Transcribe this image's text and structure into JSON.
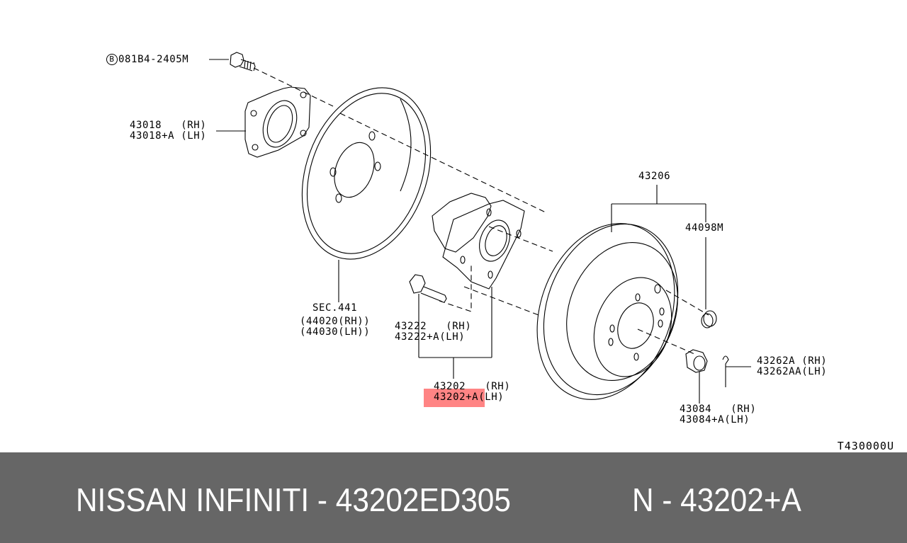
{
  "diagram": {
    "title_code": "T430000U",
    "highlight_color": "#ff5050",
    "parts": [
      {
        "id": "bolt_top",
        "prefix_icon": "B",
        "lines": [
          "081B4-2405M"
        ]
      },
      {
        "id": "backing_plate",
        "lines": [
          "43018   (RH)",
          "43018+A (LH)"
        ]
      },
      {
        "id": "brake_assembly",
        "lines": [
          "SEC.441",
          "44020(RH)",
          "44030(LH)"
        ]
      },
      {
        "id": "hub_bolt",
        "lines": [
          "43222   (RH)",
          "43222+A(LH)"
        ]
      },
      {
        "id": "hub_assembly",
        "lines": [
          "43202   (RH)",
          "43202+A(LH)"
        ],
        "highlighted": "43202+A"
      },
      {
        "id": "drum",
        "lines": [
          "43206"
        ]
      },
      {
        "id": "cap",
        "lines": [
          "44098M"
        ]
      },
      {
        "id": "cotter_pin",
        "lines": [
          "43262A (RH)",
          "43262AA(LH)"
        ]
      },
      {
        "id": "nut",
        "lines": [
          "43084   (RH)",
          "43084+A(LH)"
        ]
      }
    ]
  },
  "footer": {
    "left_text": "NISSAN  INFINITI - 43202ED305",
    "right_text": "N - 43202+A",
    "background": "#666666",
    "text_color": "#ffffff"
  }
}
